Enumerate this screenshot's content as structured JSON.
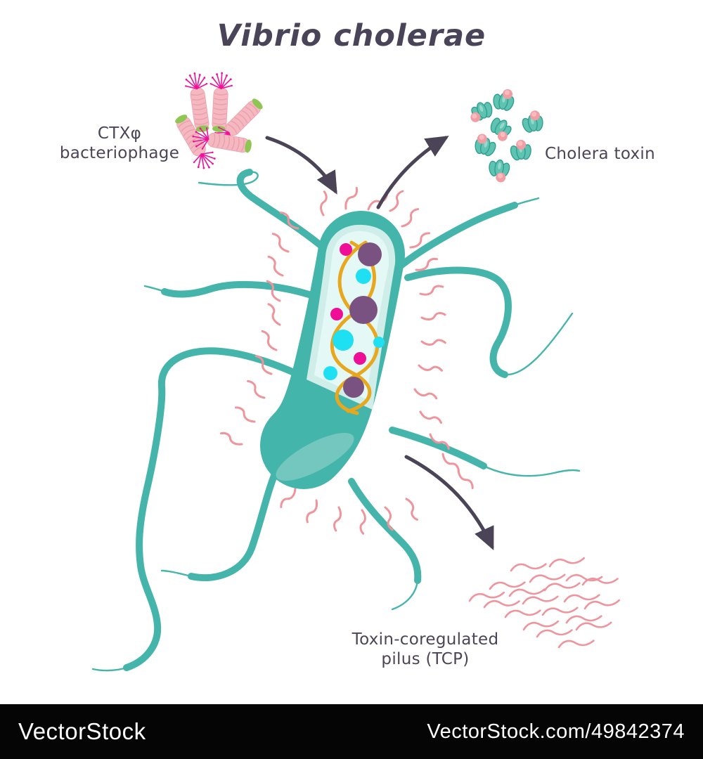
{
  "title": "Vibrio cholerae",
  "diagram": {
    "labels": {
      "bacteriophage": {
        "line1": "CTXφ",
        "line2": "bacteriophage"
      },
      "cholera_toxin": "Cholera toxin",
      "tcp": {
        "line1": "Toxin-coregulated",
        "line2": "pilus (TCP)"
      }
    }
  },
  "watermark": {
    "brand": "VectorStock",
    "attribution": "VectorStock.com/49842374"
  },
  "colors": {
    "body_teal": "#44b5aa",
    "interior_pale": "#cfeeea",
    "interior_light": "#e4f8f5",
    "pili_pink": "#f0949c",
    "phage_pink": "#f5b8c1",
    "phage_stripe": "#eaa0ae",
    "phage_cap_green": "#8fc653",
    "phage_spike_magenta": "#f01099",
    "toxin_teal": "#5fc3b2",
    "toxin_outline": "#2f9f90",
    "toxin_pink": "#f19da4",
    "dna_yellow": "#e7a71e",
    "organelle_purple": "#7a5282",
    "organelle_cyan": "#1fdff2",
    "organelle_magenta": "#ef0f96",
    "arrow_dark": "#4a4456",
    "text_dark": "#4b4556",
    "footer_bg": "#050505",
    "footer_text": "#ffffff"
  }
}
